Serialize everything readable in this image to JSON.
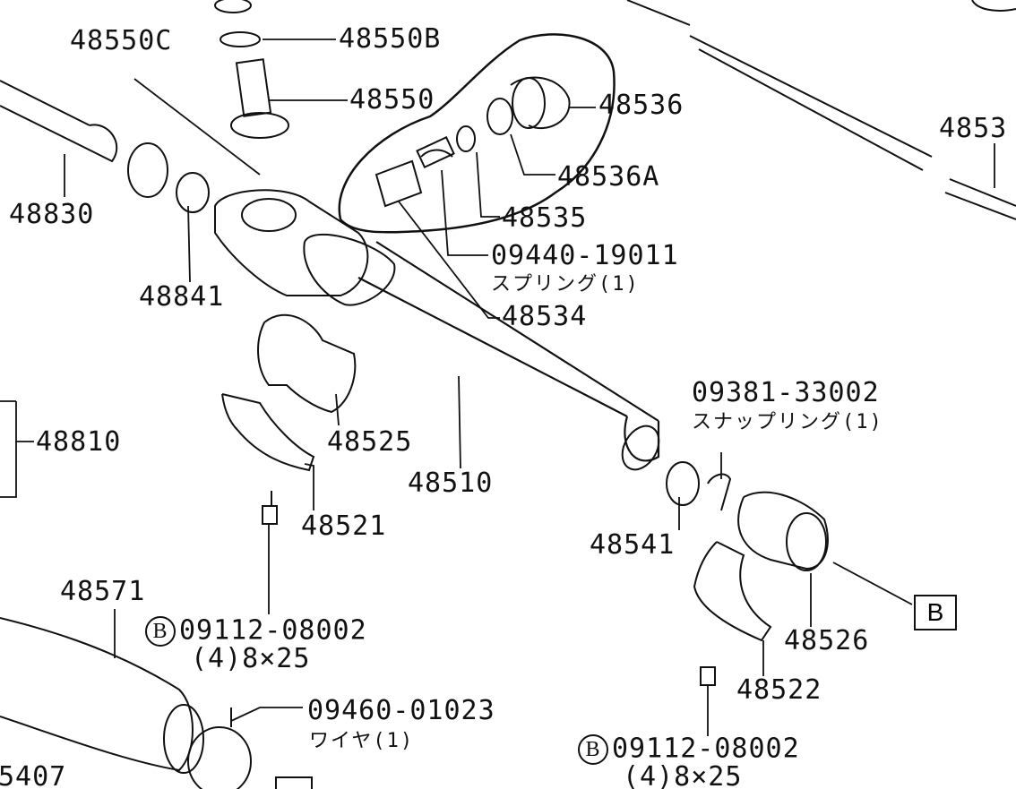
{
  "diagram": {
    "labels": {
      "p48550C": "48550C",
      "p48550B": "48550B",
      "p48550": "48550",
      "p48536": "48536",
      "p48536A": "48536A",
      "p48535": "48535",
      "p09440": "09440-19011",
      "spring": "スプリング(1)",
      "p48534": "48534",
      "p48830": "48830",
      "p48841": "48841",
      "p4853": "4853",
      "p48810": "48810",
      "p48525": "48525",
      "p48510": "48510",
      "p48521": "48521",
      "p09381": "09381-33002",
      "snapring": "スナップリング(1)",
      "p48541": "48541",
      "p48526": "48526",
      "refB": "B",
      "p48522": "48522",
      "p48571": "48571",
      "bolt1_code": "09112-08002",
      "bolt1_qty": "(4)8×25",
      "p09460": "09460-01023",
      "wire": "ワイヤ(1)",
      "p5407": "5407",
      "bolt2_code": "09112-08002",
      "bolt2_qty": "(4)8×25",
      "bolt_marker": "B"
    }
  }
}
